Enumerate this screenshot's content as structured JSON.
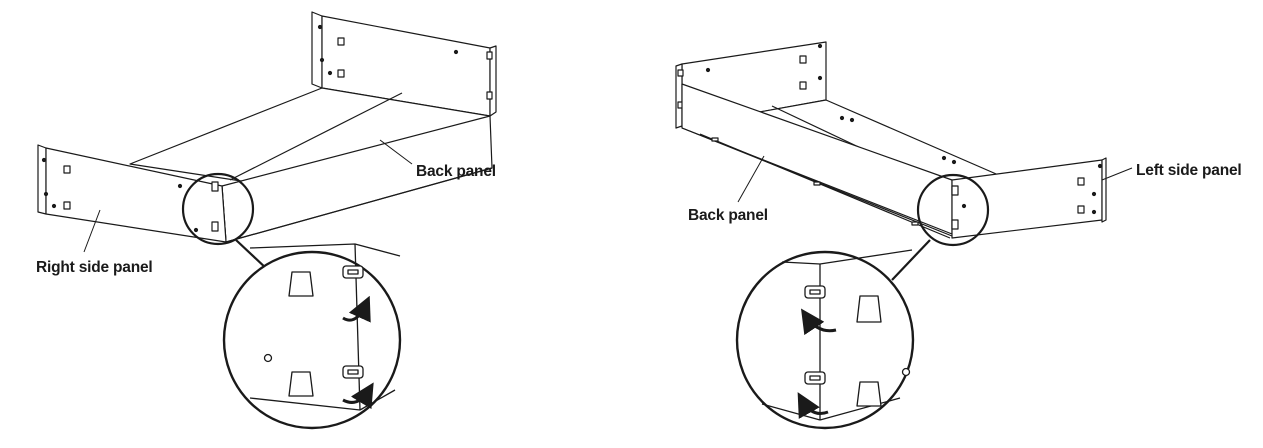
{
  "labels": {
    "left_back_panel": "Back panel",
    "right_side_panel": "Right side panel",
    "right_back_panel": "Back panel",
    "left_side_panel": "Left side panel"
  },
  "colors": {
    "line": "#1a1a1a",
    "background": "#ffffff"
  },
  "icons": {
    "rotate_arrow": "curved-arrow-icon",
    "hinge_tab": "hinge-tab-icon"
  }
}
